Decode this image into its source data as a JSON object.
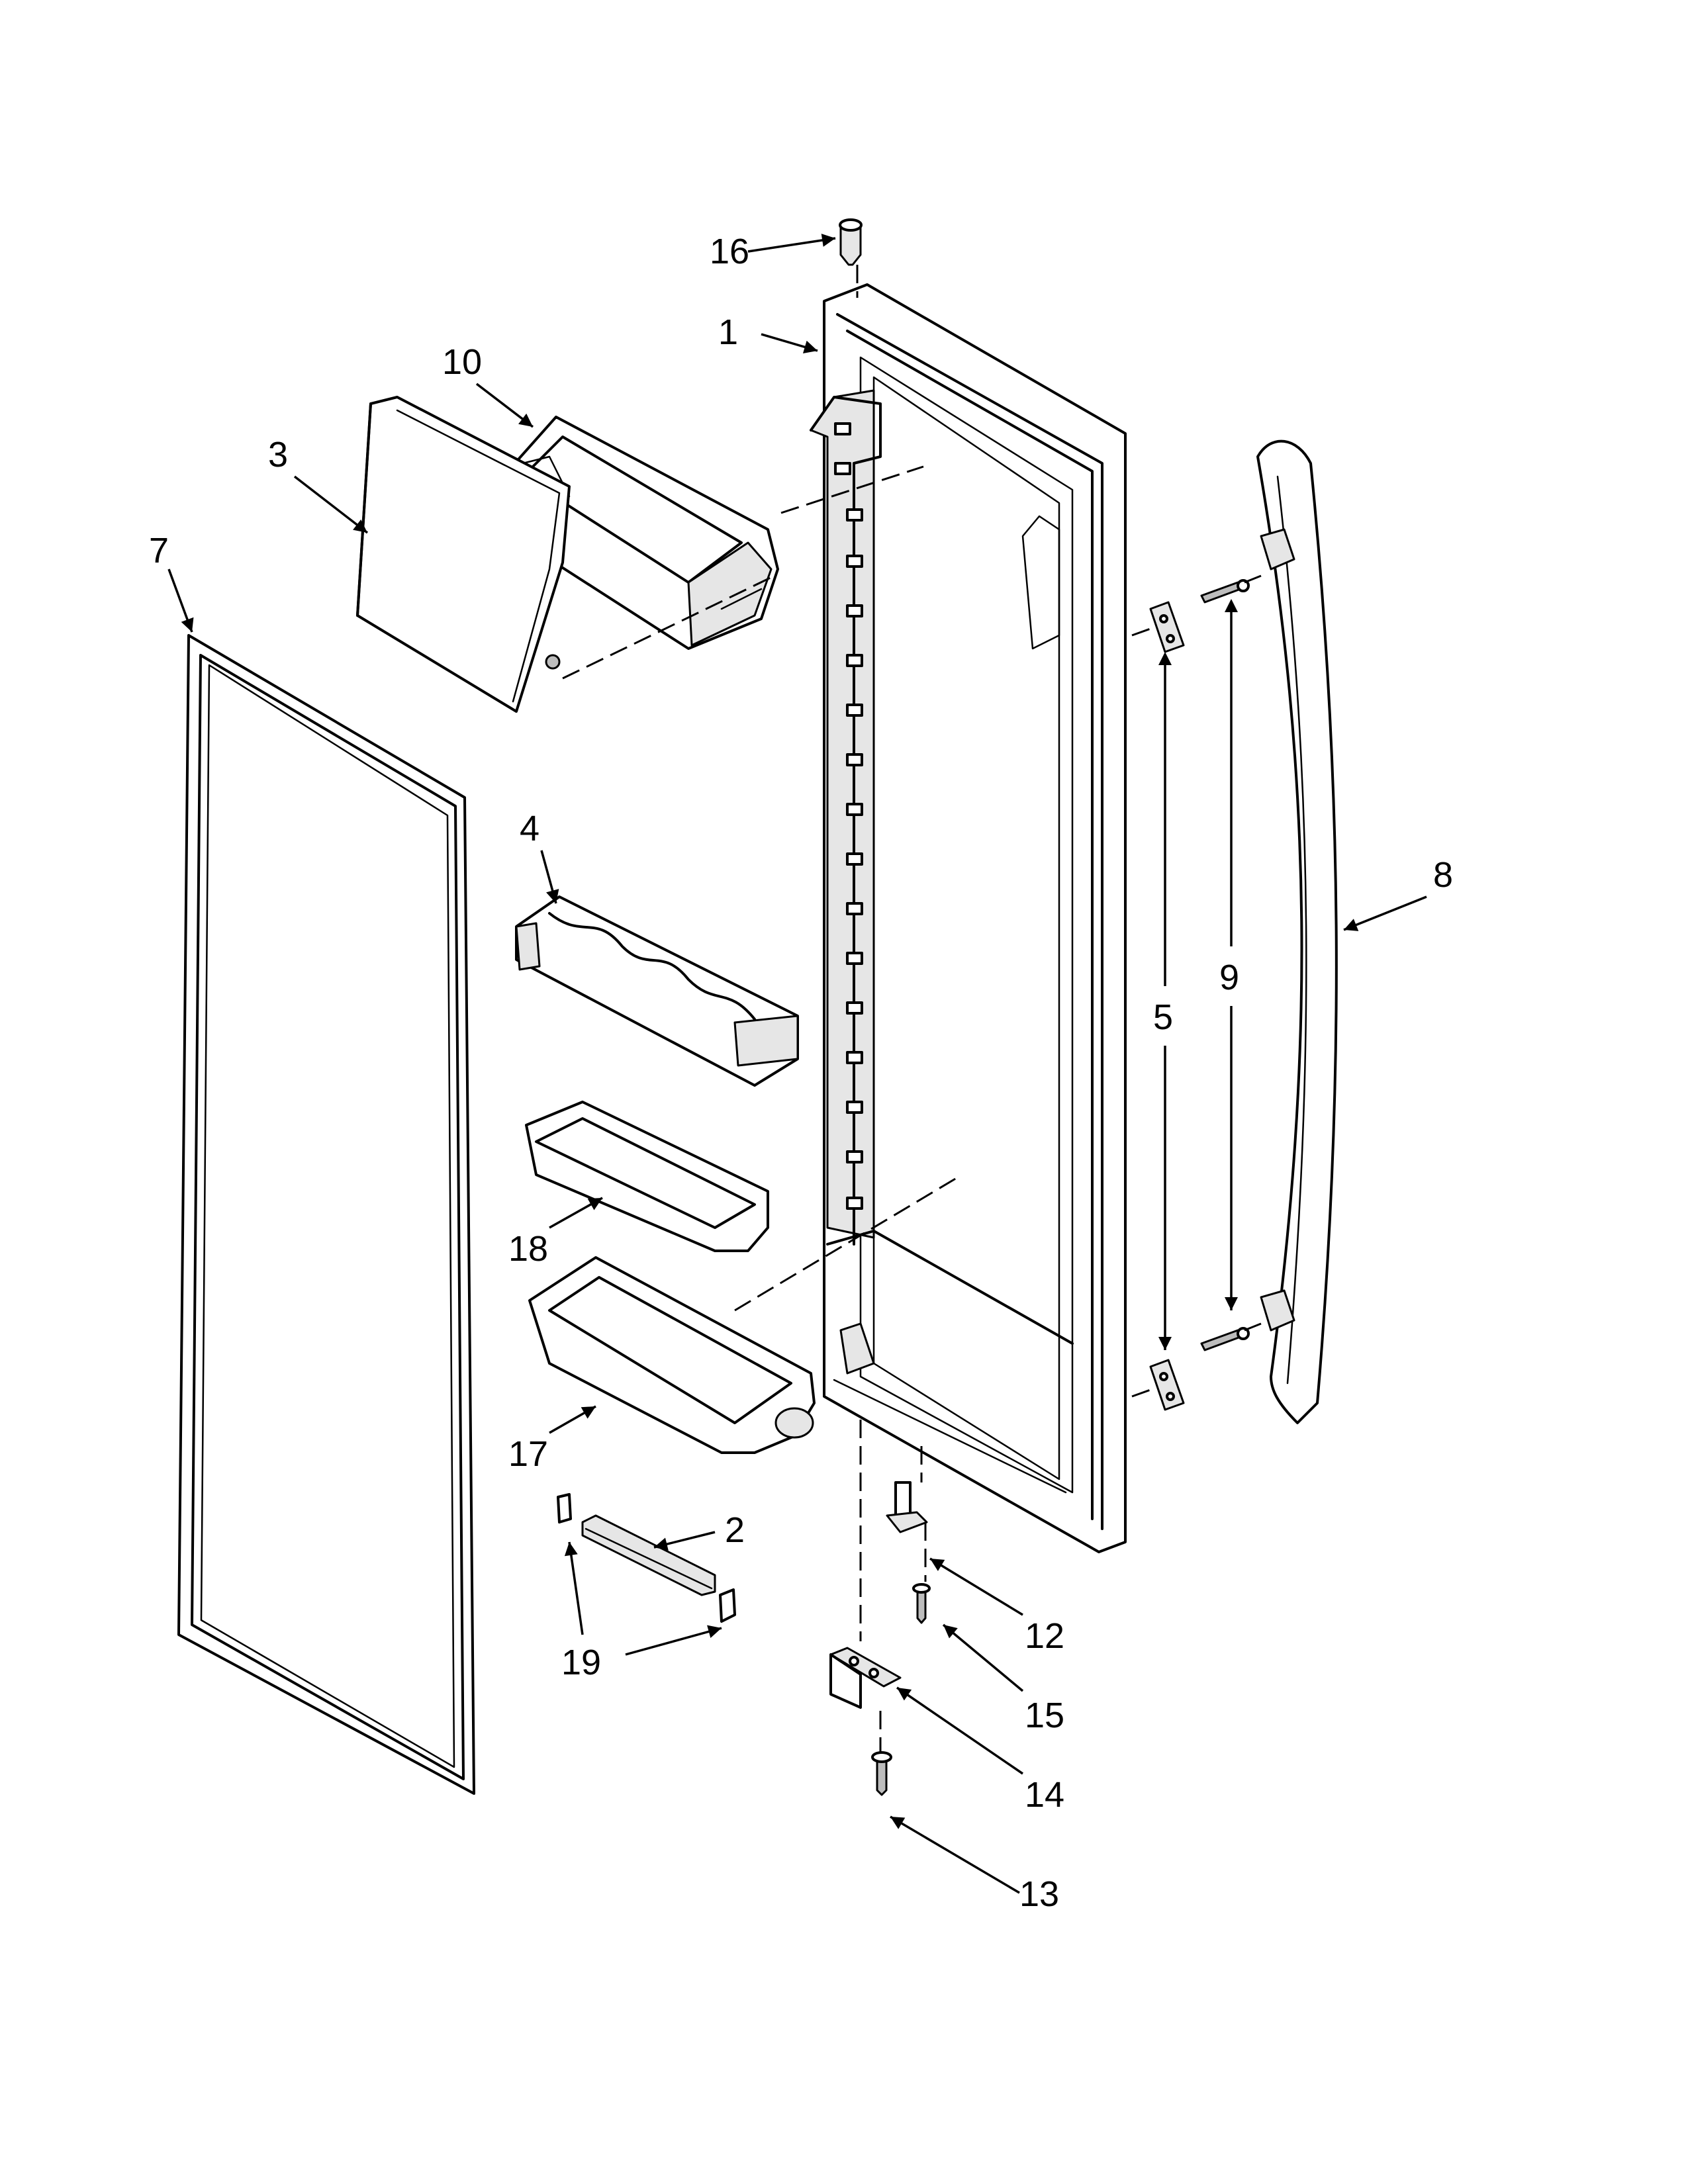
{
  "callouts": [
    {
      "id": "1",
      "text": "1"
    },
    {
      "id": "2",
      "text": "2"
    },
    {
      "id": "3",
      "text": "3"
    },
    {
      "id": "4",
      "text": "4"
    },
    {
      "id": "5",
      "text": "5"
    },
    {
      "id": "7",
      "text": "7"
    },
    {
      "id": "8",
      "text": "8"
    },
    {
      "id": "9",
      "text": "9"
    },
    {
      "id": "10",
      "text": "10"
    },
    {
      "id": "12",
      "text": "12"
    },
    {
      "id": "13",
      "text": "13"
    },
    {
      "id": "14",
      "text": "14"
    },
    {
      "id": "15",
      "text": "15"
    },
    {
      "id": "16",
      "text": "16"
    },
    {
      "id": "17",
      "text": "17"
    },
    {
      "id": "18",
      "text": "18"
    },
    {
      "id": "19",
      "text": "19"
    }
  ]
}
